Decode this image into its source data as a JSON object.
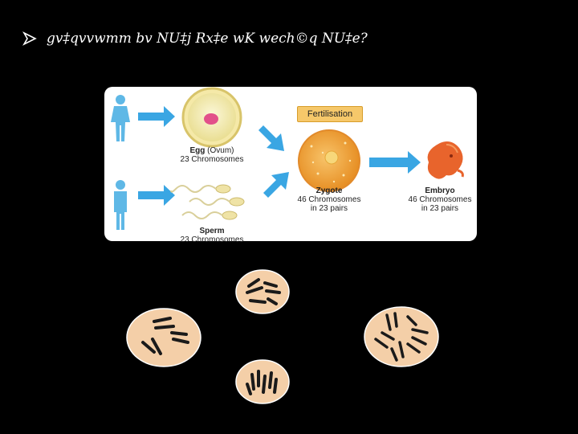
{
  "slide": {
    "title": "gv‡qvvwmm bv NU‡j Rx‡e wK wech©q NU‡e?",
    "bullet_icon": "arrowhead-bullet-icon"
  },
  "figure": {
    "egg": {
      "name": "Egg",
      "suffix": "(Ovum)",
      "chromosomes": "23 Chromosomes"
    },
    "sperm": {
      "name": "Sperm",
      "chromosomes": "23 Chromosomes"
    },
    "fertilisation": "Fertilisation",
    "zygote": {
      "name": "Zygote",
      "line1": "46 Chromosomes",
      "line2": "in 23 pairs"
    },
    "embryo": {
      "name": "Embryo",
      "line1": "46 Chromosomes",
      "line2": "in 23 pairs"
    },
    "colors": {
      "arrow": "#3aa6e3",
      "figure_person": "#5fb8e6",
      "egg_fill": "#f3ecb2",
      "nucleus": "#e2508a",
      "zygote": "#f2a43a",
      "embryo": "#e8642c",
      "fert_box": "#f6c86a"
    }
  },
  "cells": {
    "fill": "#f4cfa8",
    "chromosome_color": "#1a1a1a"
  }
}
